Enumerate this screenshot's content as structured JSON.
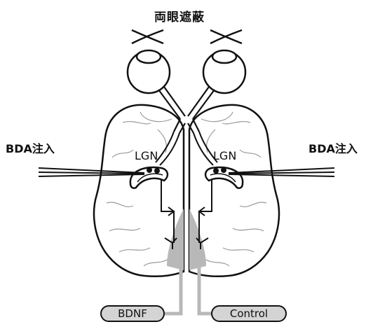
{
  "title": "両眼遮蔽",
  "injection_left": "BDA注入",
  "injection_right": "BDA注入",
  "lgn_left": "LGN",
  "lgn_right": "LGN",
  "condition_left": "BDNF",
  "condition_right": "Control"
}
